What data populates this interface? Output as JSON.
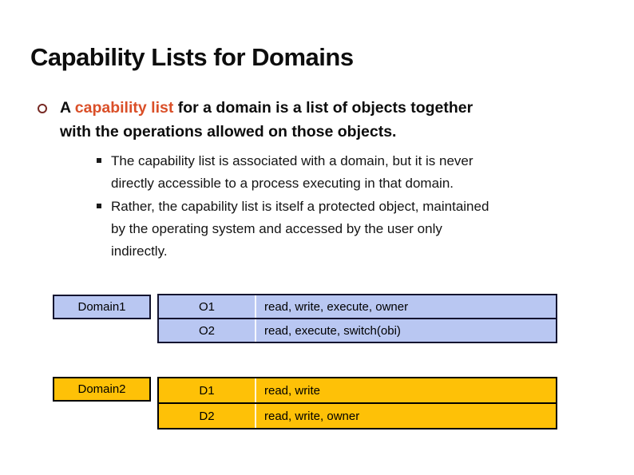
{
  "title": "Capability Lists for Domains",
  "bullet": {
    "line1": {
      "prefix": "A ",
      "highlight": "capability list",
      "suffix": " for a domain is a list of objects together"
    },
    "line2": "with the operations allowed on those objects."
  },
  "sub_bullets": [
    {
      "lines": [
        "The capability list is associated with a domain, but it is never",
        "directly accessible to a process executing in that domain."
      ]
    },
    {
      "lines": [
        "Rather, the capability list is itself a protected object, maintained",
        "by the operating system and accessed by the user only",
        "indirectly."
      ]
    }
  ],
  "tables": [
    {
      "domain_label": "Domain1",
      "fill_color": "#b9c7f2",
      "border_color": "#14142f",
      "rows": [
        {
          "object": "O1",
          "rights": "read, write, execute, owner"
        },
        {
          "object": "O2",
          "rights": "read, execute, switch(obi)"
        }
      ]
    },
    {
      "domain_label": "Domain2",
      "fill_color": "#fec107",
      "border_color": "#000000",
      "rows": [
        {
          "object": "D1",
          "rights": "read, write"
        },
        {
          "object": "D2",
          "rights": "read, write, owner"
        }
      ]
    }
  ],
  "colors": {
    "highlight_text": "#da4f28",
    "bullet_ring": "#772a24",
    "body_text": "#0d0d0d",
    "background": "#ffffff"
  }
}
